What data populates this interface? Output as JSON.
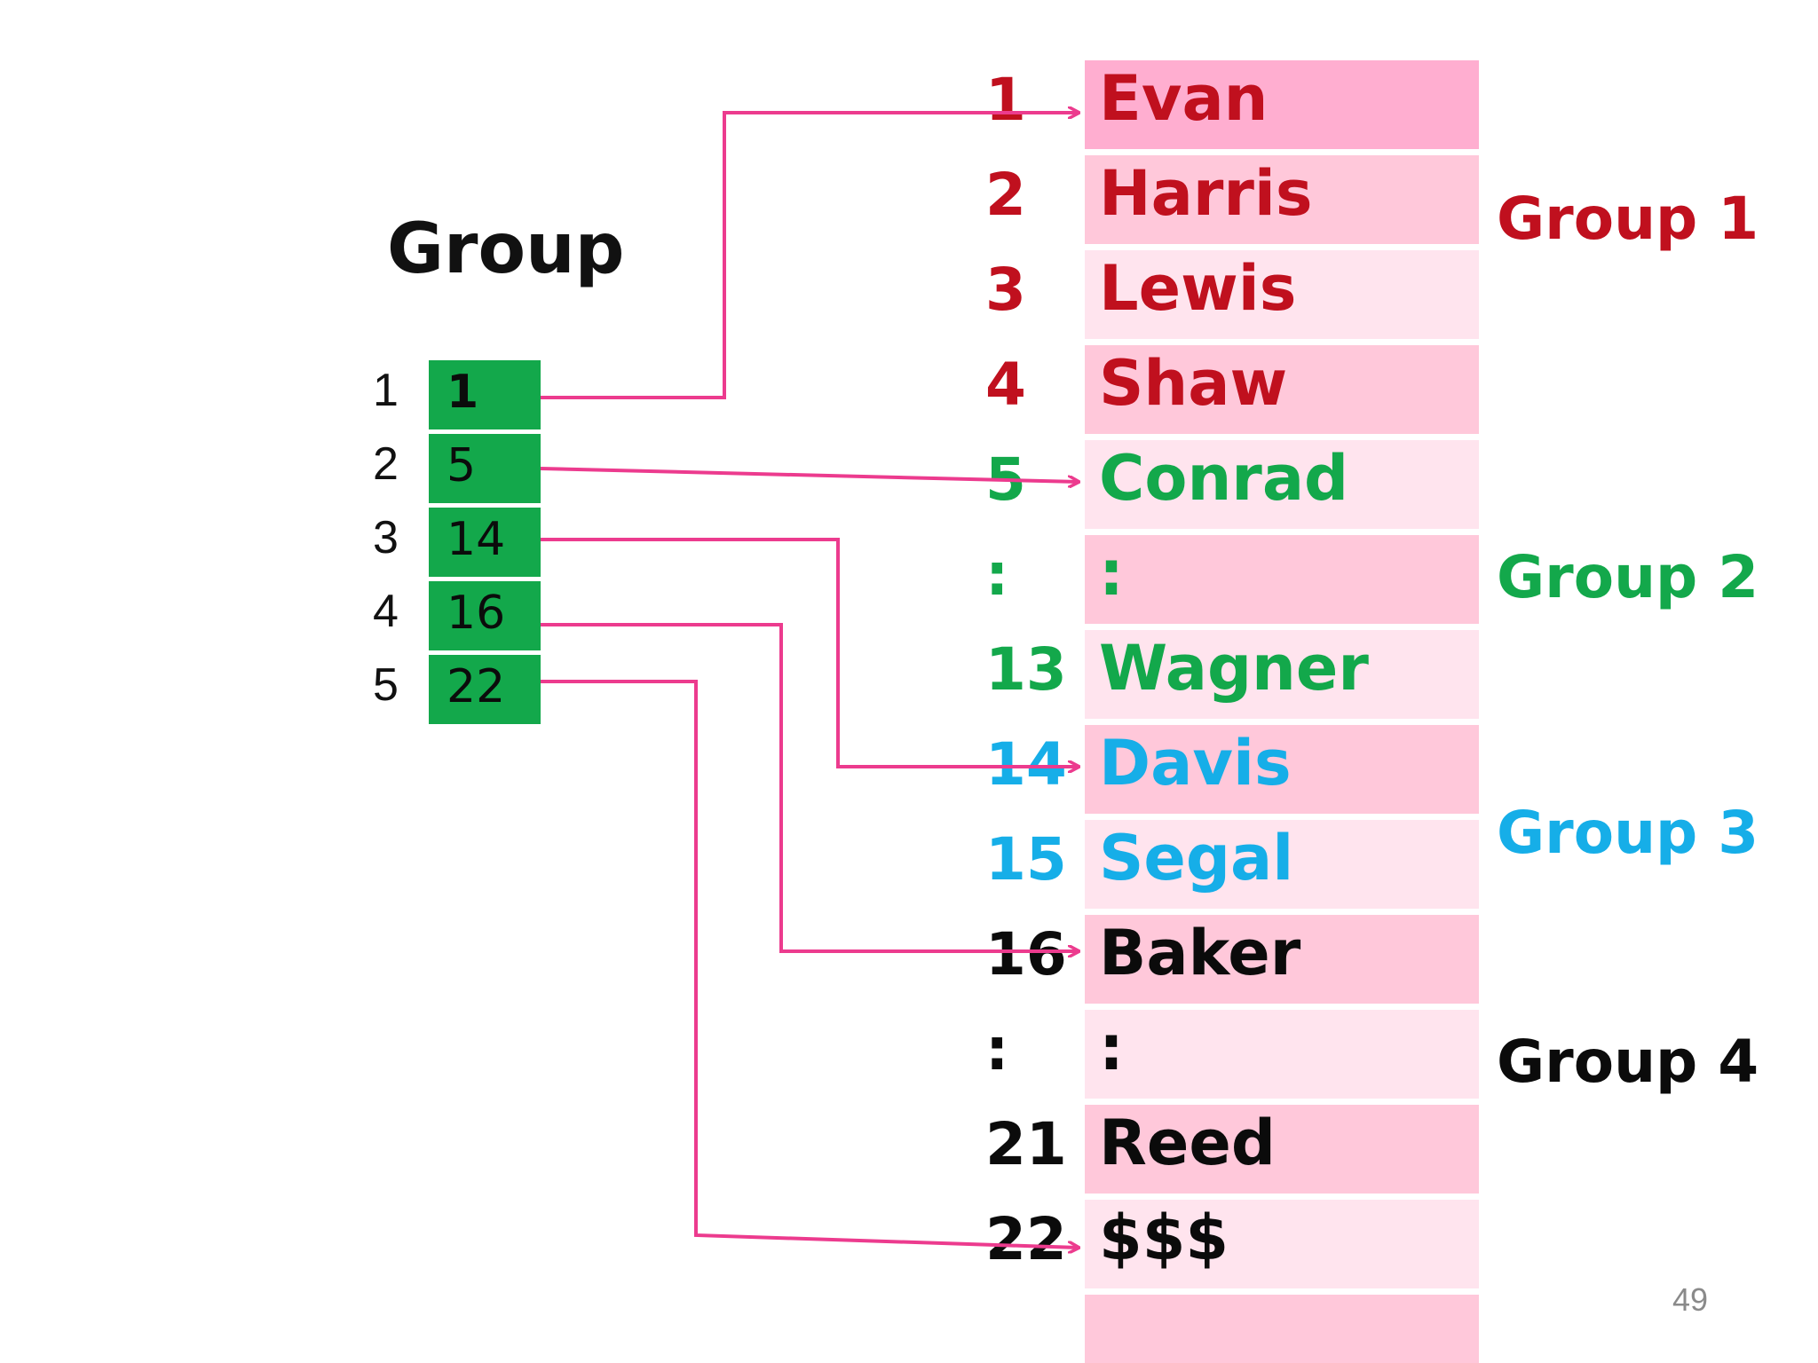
{
  "group_array": {
    "title": "Group",
    "indices": [
      "1",
      "2",
      "3",
      "4",
      "5"
    ],
    "values": [
      "1",
      "5",
      "14",
      "16",
      "22"
    ]
  },
  "name_array": {
    "rows": [
      {
        "index": "1",
        "name": "Evan",
        "color": "#c0101e",
        "bg": "#ffaed0"
      },
      {
        "index": "2",
        "name": "Harris",
        "color": "#c0101e",
        "bg": "#ffc8da"
      },
      {
        "index": "3",
        "name": "Lewis",
        "color": "#c0101e",
        "bg": "#ffe4ee"
      },
      {
        "index": "4",
        "name": "Shaw",
        "color": "#c0101e",
        "bg": "#ffc8da"
      },
      {
        "index": "5",
        "name": "Conrad",
        "color": "#13a84b",
        "bg": "#ffe4ee"
      },
      {
        "index": ":",
        "name": ":",
        "color": "#13a84b",
        "bg": "#ffc8da"
      },
      {
        "index": "13",
        "name": "Wagner",
        "color": "#13a84b",
        "bg": "#ffe4ee"
      },
      {
        "index": "14",
        "name": "Davis",
        "color": "#16aee8",
        "bg": "#ffc8da"
      },
      {
        "index": "15",
        "name": "Segal",
        "color": "#16aee8",
        "bg": "#ffe4ee"
      },
      {
        "index": "16",
        "name": "Baker",
        "color": "#0b0b0b",
        "bg": "#ffc8da"
      },
      {
        "index": ":",
        "name": ":",
        "color": "#0b0b0b",
        "bg": "#ffe4ee"
      },
      {
        "index": "21",
        "name": "Reed",
        "color": "#0b0b0b",
        "bg": "#ffc8da"
      },
      {
        "index": "22",
        "name": "$$$",
        "color": "#0b0b0b",
        "bg": "#ffe4ee"
      },
      {
        "index": "",
        "name": "",
        "color": "#0b0b0b",
        "bg": "#ffc8da"
      }
    ]
  },
  "group_labels": [
    {
      "text": "Group 1",
      "color": "#c0101e"
    },
    {
      "text": "Group 2",
      "color": "#13a84b"
    },
    {
      "text": "Group 3",
      "color": "#16aee8"
    },
    {
      "text": "Group 4",
      "color": "#0b0b0b"
    }
  ],
  "arrow_color": "#ec3b8e",
  "page_number": "49"
}
